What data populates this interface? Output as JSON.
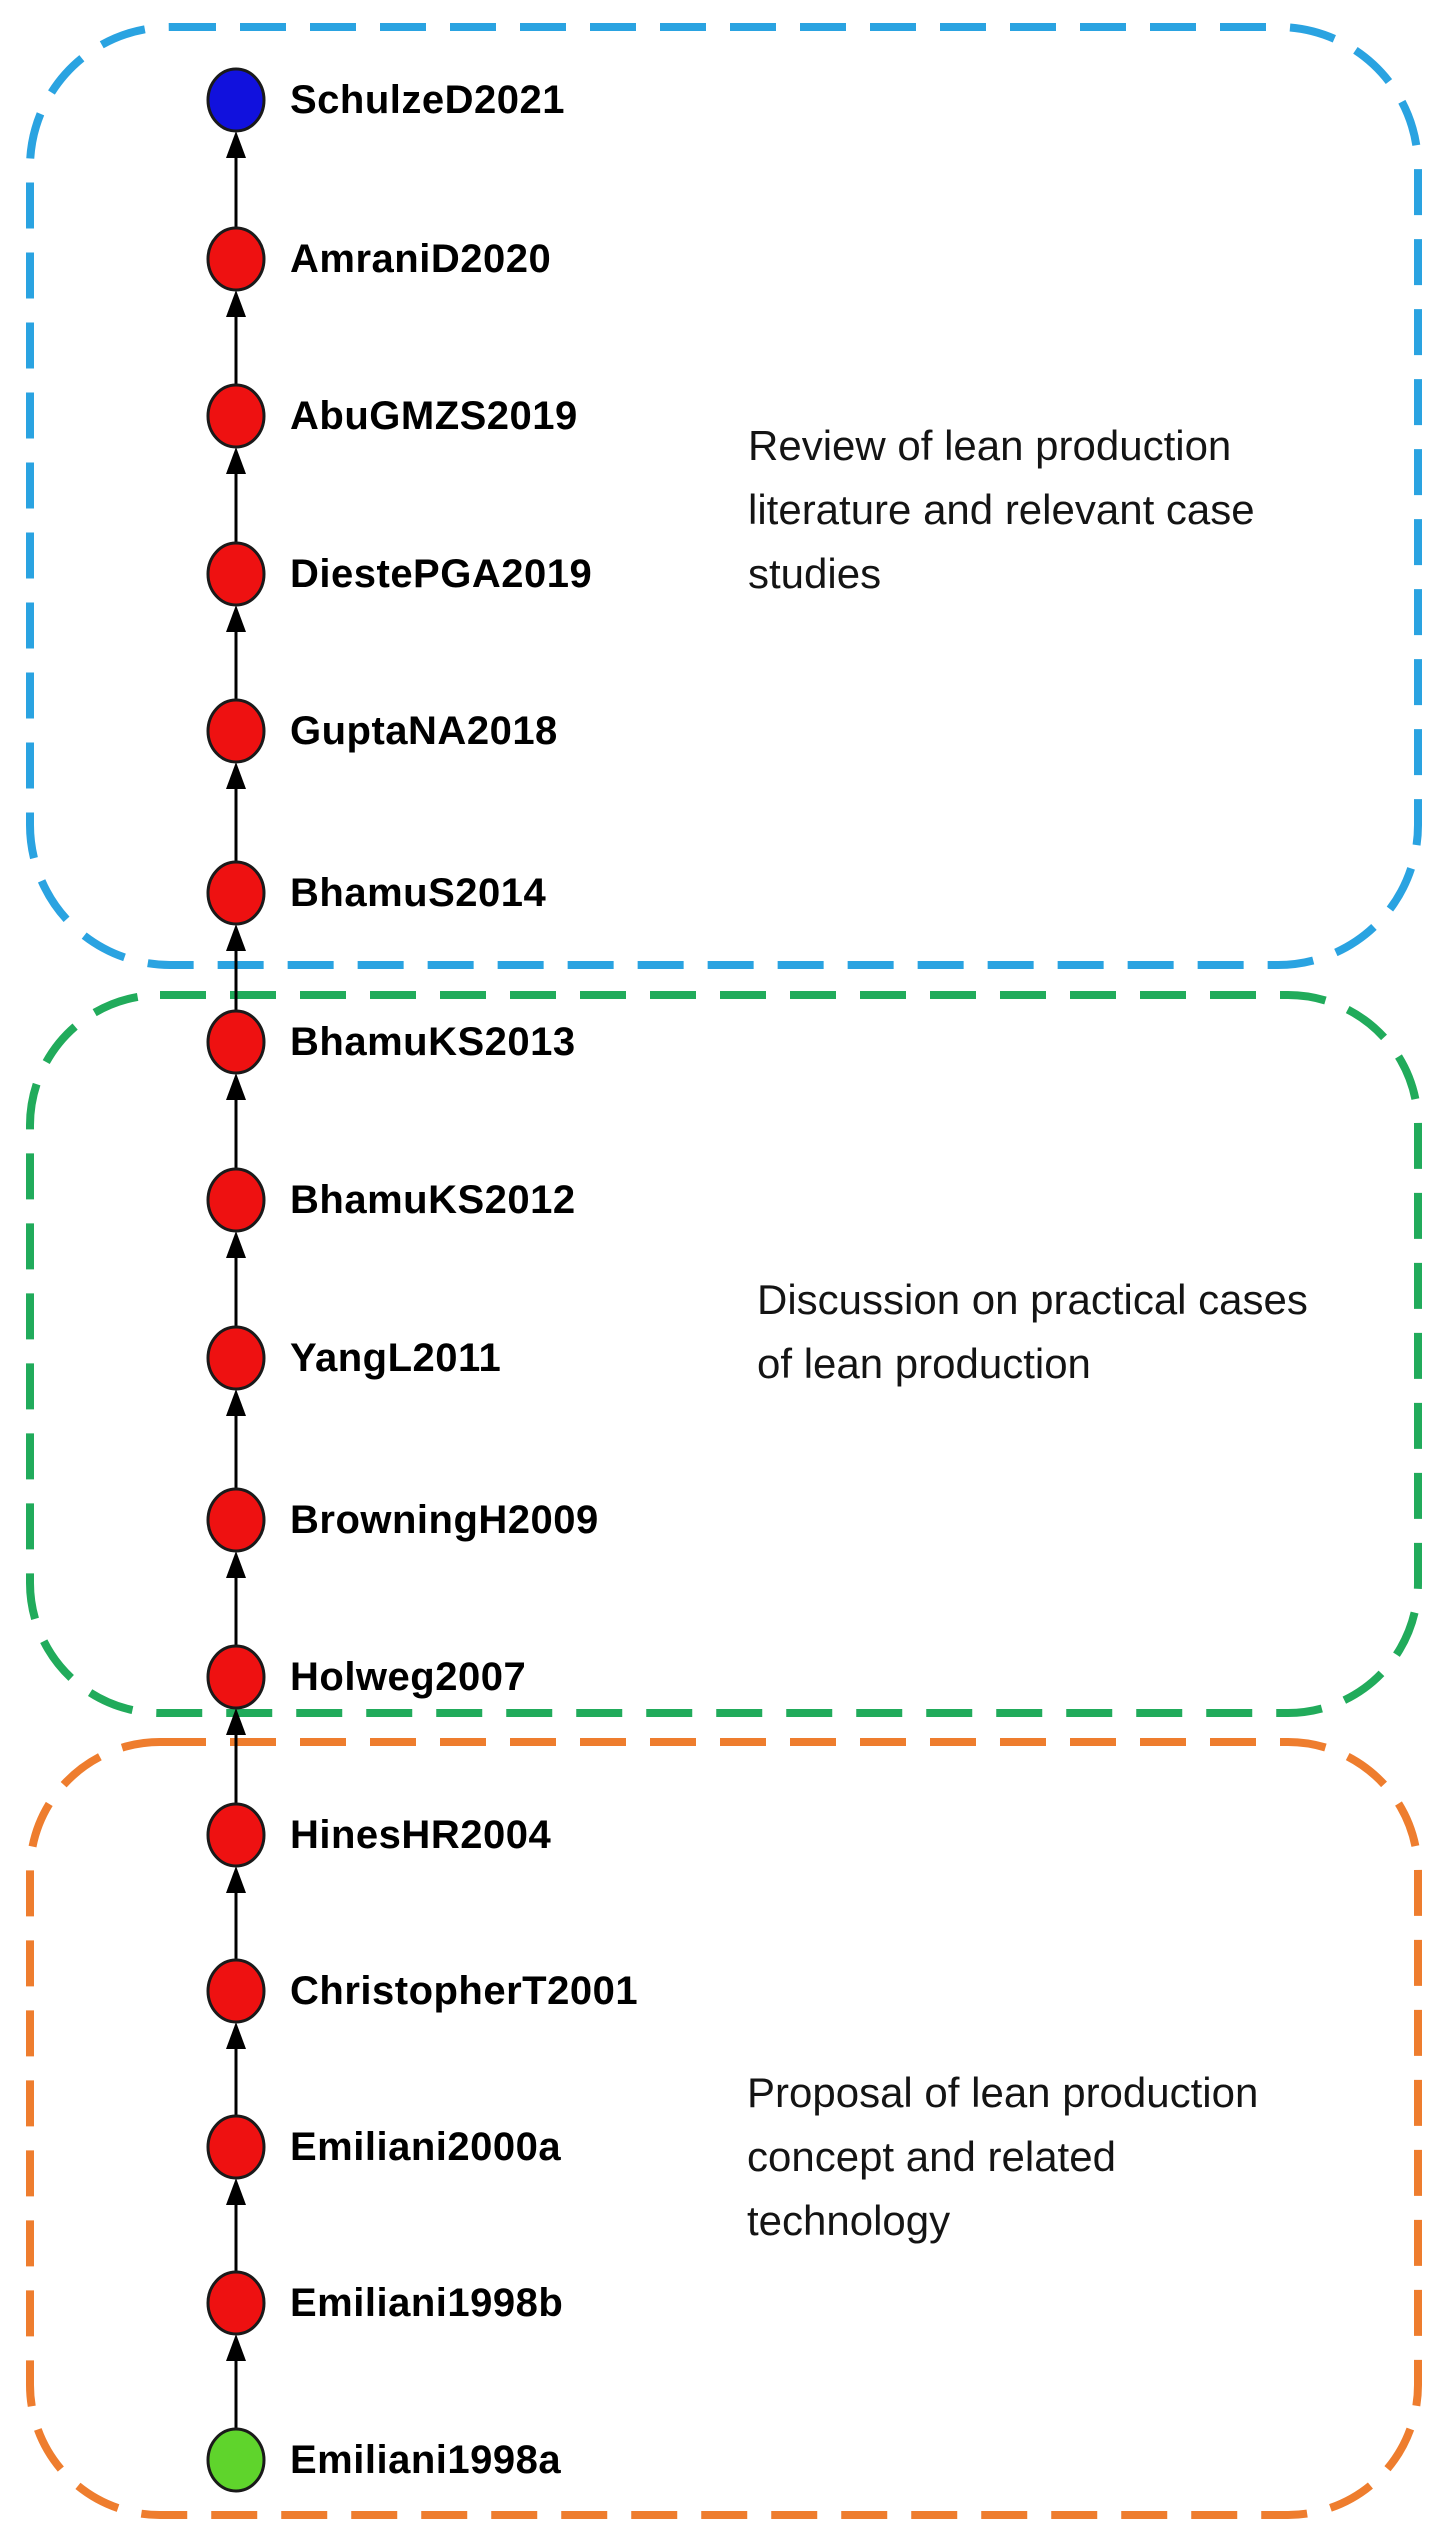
{
  "canvas": {
    "background": "#ffffff"
  },
  "groups": [
    {
      "name": "review",
      "caption": "Review of lean production\nliterature and relevant case\nstudies",
      "border_color": "#2aa3e1"
    },
    {
      "name": "discussion",
      "caption": "Discussion on practical cases\nof lean production",
      "border_color": "#21ab5b"
    },
    {
      "name": "proposal",
      "caption": "Proposal of lean production\nconcept and related\ntechnology",
      "border_color": "#ee7d2e"
    }
  ],
  "node_colors": {
    "focus": "#1111dd",
    "main": "#ee1111",
    "origin": "#5fd42c"
  },
  "nodes": [
    {
      "label": "SchulzeD2021",
      "color": "#1111dd",
      "group": "review"
    },
    {
      "label": "AmraniD2020",
      "color": "#ee1111",
      "group": "review"
    },
    {
      "label": "AbuGMZS2019",
      "color": "#ee1111",
      "group": "review"
    },
    {
      "label": "DiestePGA2019",
      "color": "#ee1111",
      "group": "review"
    },
    {
      "label": "GuptaNA2018",
      "color": "#ee1111",
      "group": "review"
    },
    {
      "label": "BhamuS2014",
      "color": "#ee1111",
      "group": "review"
    },
    {
      "label": "BhamuKS2013",
      "color": "#ee1111",
      "group": "discussion"
    },
    {
      "label": "BhamuKS2012",
      "color": "#ee1111",
      "group": "discussion"
    },
    {
      "label": "YangL2011",
      "color": "#ee1111",
      "group": "discussion"
    },
    {
      "label": "BrowningH2009",
      "color": "#ee1111",
      "group": "discussion"
    },
    {
      "label": "Holweg2007",
      "color": "#ee1111",
      "group": "discussion"
    },
    {
      "label": "HinesHR2004",
      "color": "#ee1111",
      "group": "proposal"
    },
    {
      "label": "ChristopherT2001",
      "color": "#ee1111",
      "group": "proposal"
    },
    {
      "label": "Emiliani2000a",
      "color": "#ee1111",
      "group": "proposal"
    },
    {
      "label": "Emiliani1998b",
      "color": "#ee1111",
      "group": "proposal"
    },
    {
      "label": "Emiliani1998a",
      "color": "#5fd42c",
      "group": "proposal"
    }
  ]
}
